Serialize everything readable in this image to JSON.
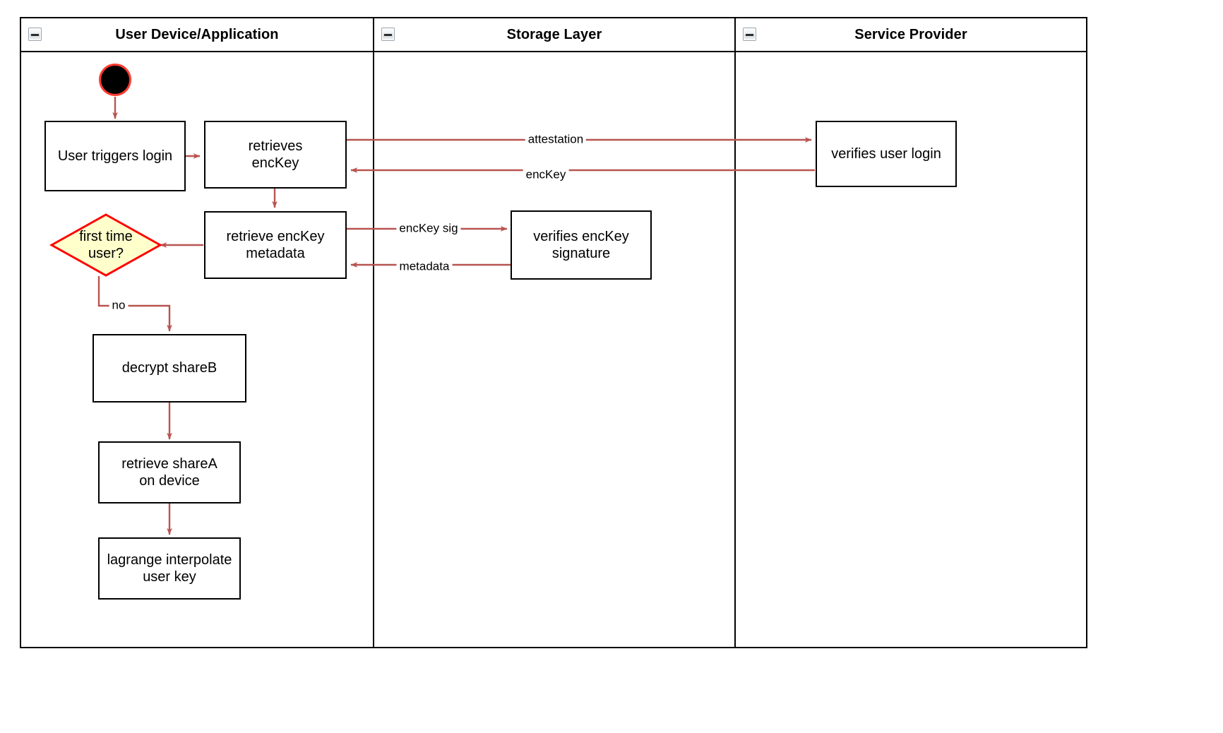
{
  "diagram": {
    "type": "swimlane-activity-diagram",
    "lanes": [
      {
        "id": "user-device",
        "title": "User Device/Application",
        "collapse_icon": "minus-square-icon"
      },
      {
        "id": "storage-layer",
        "title": "Storage Layer",
        "collapse_icon": "minus-square-icon"
      },
      {
        "id": "service-provider",
        "title": "Service Provider",
        "collapse_icon": "minus-square-icon"
      }
    ],
    "nodes": [
      {
        "id": "start",
        "lane": "user-device",
        "shape": "start-circle",
        "label": ""
      },
      {
        "id": "user-triggers-login",
        "lane": "user-device",
        "shape": "rect",
        "label": "User triggers login"
      },
      {
        "id": "retrieves-enckey",
        "lane": "user-device",
        "shape": "rect",
        "label": "retrieves\nencKey"
      },
      {
        "id": "retrieve-enckey-metadata",
        "lane": "user-device",
        "shape": "rect",
        "label": "retrieve encKey\nmetadata"
      },
      {
        "id": "first-time-user",
        "lane": "user-device",
        "shape": "diamond",
        "label": "first time\nuser?"
      },
      {
        "id": "decrypt-shareb",
        "lane": "user-device",
        "shape": "rect",
        "label": "decrypt shareB"
      },
      {
        "id": "retrieve-sharea-on-device",
        "lane": "user-device",
        "shape": "rect",
        "label": "retrieve shareA\non device"
      },
      {
        "id": "lagrange-interpolate-user-key",
        "lane": "user-device",
        "shape": "rect",
        "label": "lagrange interpolate\nuser key"
      },
      {
        "id": "verifies-enckey-signature",
        "lane": "storage-layer",
        "shape": "rect",
        "label": "verifies encKey\nsignature"
      },
      {
        "id": "verifies-user-login",
        "lane": "service-provider",
        "shape": "rect",
        "label": "verifies user login"
      }
    ],
    "edges": [
      {
        "id": "e-start-login",
        "from": "start",
        "to": "user-triggers-login",
        "label": ""
      },
      {
        "id": "e-login-retrieves",
        "from": "user-triggers-login",
        "to": "retrieves-enckey",
        "label": ""
      },
      {
        "id": "e-attestation",
        "from": "retrieves-enckey",
        "to": "verifies-user-login",
        "label": "attestation"
      },
      {
        "id": "e-enckey",
        "from": "verifies-user-login",
        "to": "retrieves-enckey",
        "label": "encKey"
      },
      {
        "id": "e-retrieves-metadata",
        "from": "retrieves-enckey",
        "to": "retrieve-enckey-metadata",
        "label": ""
      },
      {
        "id": "e-enckey-sig",
        "from": "retrieve-enckey-metadata",
        "to": "verifies-enckey-signature",
        "label": "encKey sig"
      },
      {
        "id": "e-metadata",
        "from": "verifies-enckey-signature",
        "to": "retrieve-enckey-metadata",
        "label": "metadata"
      },
      {
        "id": "e-metadata-firsttime",
        "from": "retrieve-enckey-metadata",
        "to": "first-time-user",
        "label": ""
      },
      {
        "id": "e-no",
        "from": "first-time-user",
        "to": "decrypt-shareb",
        "label": "no"
      },
      {
        "id": "e-shareb-sharea",
        "from": "decrypt-shareb",
        "to": "retrieve-sharea-on-device",
        "label": ""
      },
      {
        "id": "e-sharea-lagrange",
        "from": "retrieve-sharea-on-device",
        "to": "lagrange-interpolate-user-key",
        "label": ""
      }
    ],
    "colors": {
      "edge": "#b85450",
      "node_border": "#000000",
      "node_fill": "#ffffff",
      "decision_fill": "#ffffcc",
      "decision_border": "#ff0000",
      "start_fill": "#000000",
      "start_border": "#ff3b30",
      "lane_border": "#000000",
      "background": "#ffffff"
    }
  },
  "labels": {
    "lane_user_device": "User Device/Application",
    "lane_storage": "Storage Layer",
    "lane_service": "Service Provider",
    "n_user_triggers_login": "User triggers login",
    "n_retrieves_enckey": "retrieves\nencKey",
    "n_retrieve_enckey_metadata": "retrieve encKey\nmetadata",
    "n_first_time_user": "first time\nuser?",
    "n_decrypt_shareb": "decrypt shareB",
    "n_retrieve_sharea": "retrieve shareA\non device",
    "n_lagrange": "lagrange interpolate\nuser key",
    "n_verifies_enckey_signature": "verifies encKey\nsignature",
    "n_verifies_user_login": "verifies user login",
    "e_attestation": "attestation",
    "e_enckey": "encKey",
    "e_enckey_sig": "encKey sig",
    "e_metadata": "metadata",
    "e_no": "no"
  }
}
